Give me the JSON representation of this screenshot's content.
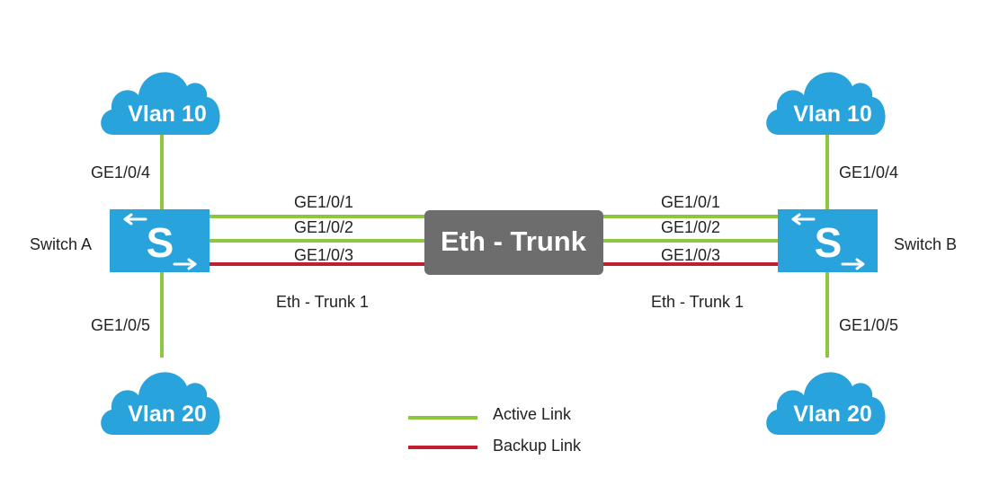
{
  "colors": {
    "active_link": "#8dc63f",
    "backup_link": "#c01f2f",
    "device_blue": "#29a3db",
    "trunk_gray": "#6d6d6d"
  },
  "center": {
    "label": "Eth - Trunk"
  },
  "switch_a": {
    "name": "Switch A",
    "icon_letter": "S",
    "vlan_top": "Vlan 10",
    "vlan_bottom": "Vlan 20",
    "port_top": "GE1/0/4",
    "port_bottom": "GE1/0/5",
    "trunk_ports": [
      "GE1/0/1",
      "GE1/0/2",
      "GE1/0/3"
    ],
    "trunk_name": "Eth - Trunk 1"
  },
  "switch_b": {
    "name": "Switch B",
    "icon_letter": "S",
    "vlan_top": "Vlan 10",
    "vlan_bottom": "Vlan 20",
    "port_top": "GE1/0/4",
    "port_bottom": "GE1/0/5",
    "trunk_ports": [
      "GE1/0/1",
      "GE1/0/2",
      "GE1/0/3"
    ],
    "trunk_name": "Eth - Trunk 1"
  },
  "legend": {
    "active": "Active Link",
    "backup": "Backup Link"
  }
}
